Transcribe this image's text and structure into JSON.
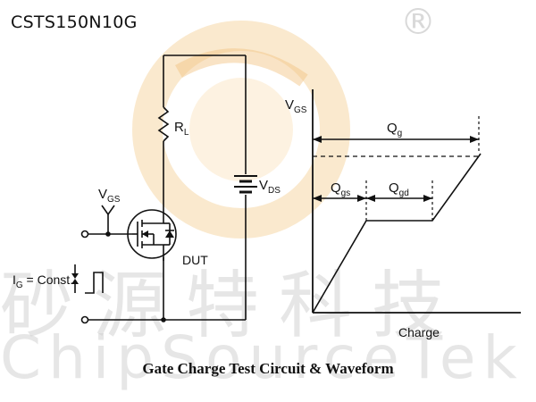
{
  "header": {
    "part_number": "CSTS150N10G"
  },
  "watermark": {
    "chinese": "砂源特科技",
    "english": "ChipSourceTek",
    "registered": "®",
    "logo_color": "#f4c98a"
  },
  "circuit": {
    "rl_main": "R",
    "rl_sub": "L",
    "vds_main": "V",
    "vds_sub": "DS",
    "vgs_main": "V",
    "vgs_sub": "GS",
    "dut": "DUT",
    "ig_main": "I",
    "ig_sub": "G",
    "ig_rest": " = Const."
  },
  "waveform": {
    "vgs_main": "V",
    "vgs_sub": "GS",
    "qg_main": "Q",
    "qg_sub": "g",
    "qgs_main": "Q",
    "qgs_sub": "gs",
    "qgd_main": "Q",
    "qgd_sub": "gd",
    "xlabel": "Charge"
  },
  "caption": "Gate Charge Test Circuit & Waveform"
}
